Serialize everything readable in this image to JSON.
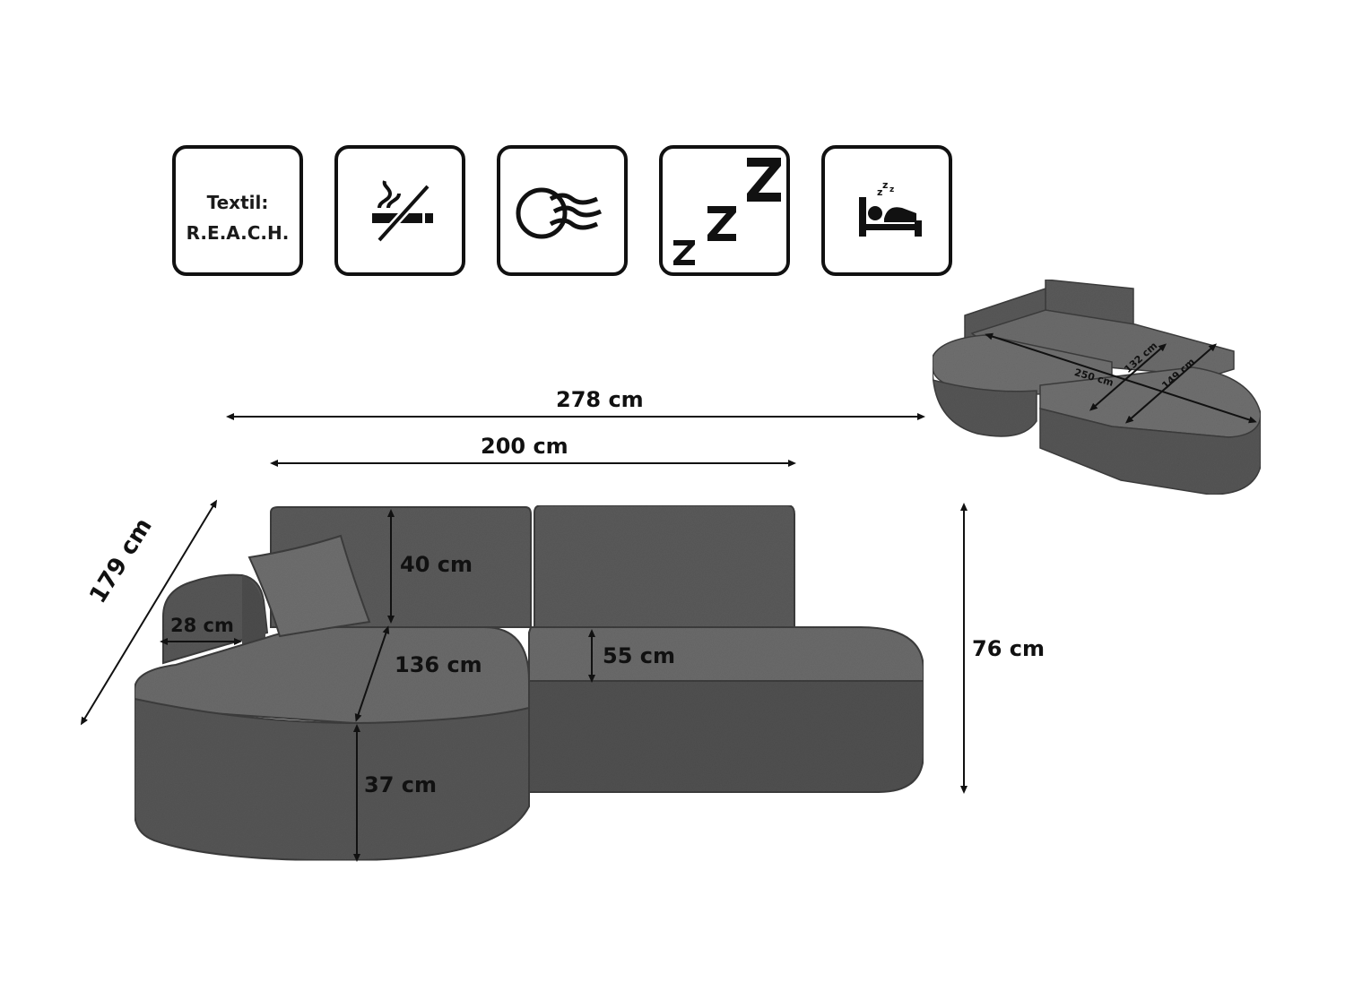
{
  "icons": {
    "reach_line1": "Textil:",
    "reach_line2": "R.E.A.C.H.",
    "no_smoking": "no-smoking-icon",
    "air_flow": "air-flow-icon",
    "sleep": "sleep-zzz-icon",
    "bed": "bed-function-icon"
  },
  "dimensions": {
    "total_width": "278 cm",
    "main_width": "200 cm",
    "depth": "179 cm",
    "backrest_height": "40 cm",
    "armrest_width": "28 cm",
    "chaise_length": "136 cm",
    "seat_depth": "55 cm",
    "total_height": "76 cm",
    "seat_height": "37 cm"
  },
  "bed_dimensions": {
    "length": "250 cm",
    "width_a": "132 cm",
    "width_b": "149 cm"
  },
  "colors": {
    "fabric": "#5b5b5b",
    "fabric_dark": "#474747",
    "fabric_light": "#6a6a6a",
    "line": "#111111"
  }
}
